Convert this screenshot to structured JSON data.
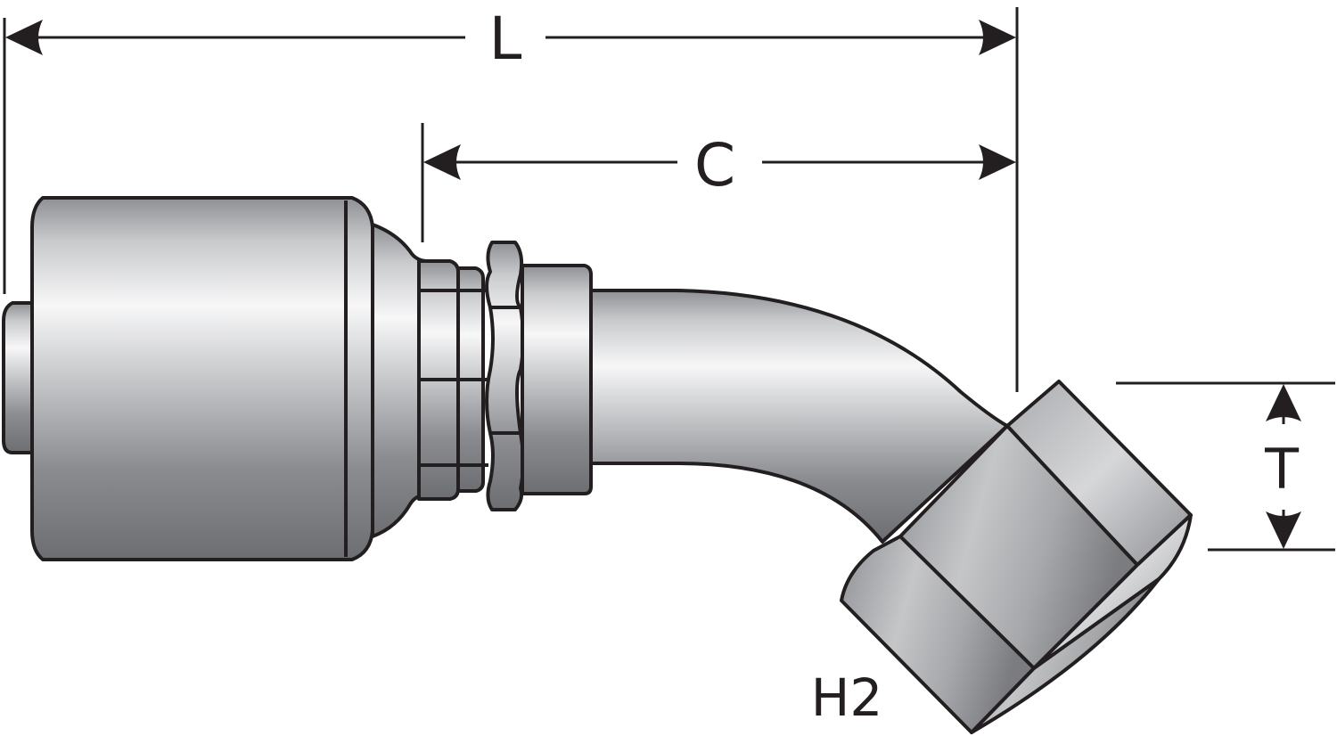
{
  "labels": {
    "length": "L",
    "cutoff": "C",
    "thread": "T",
    "fitting_code": "H2"
  }
}
